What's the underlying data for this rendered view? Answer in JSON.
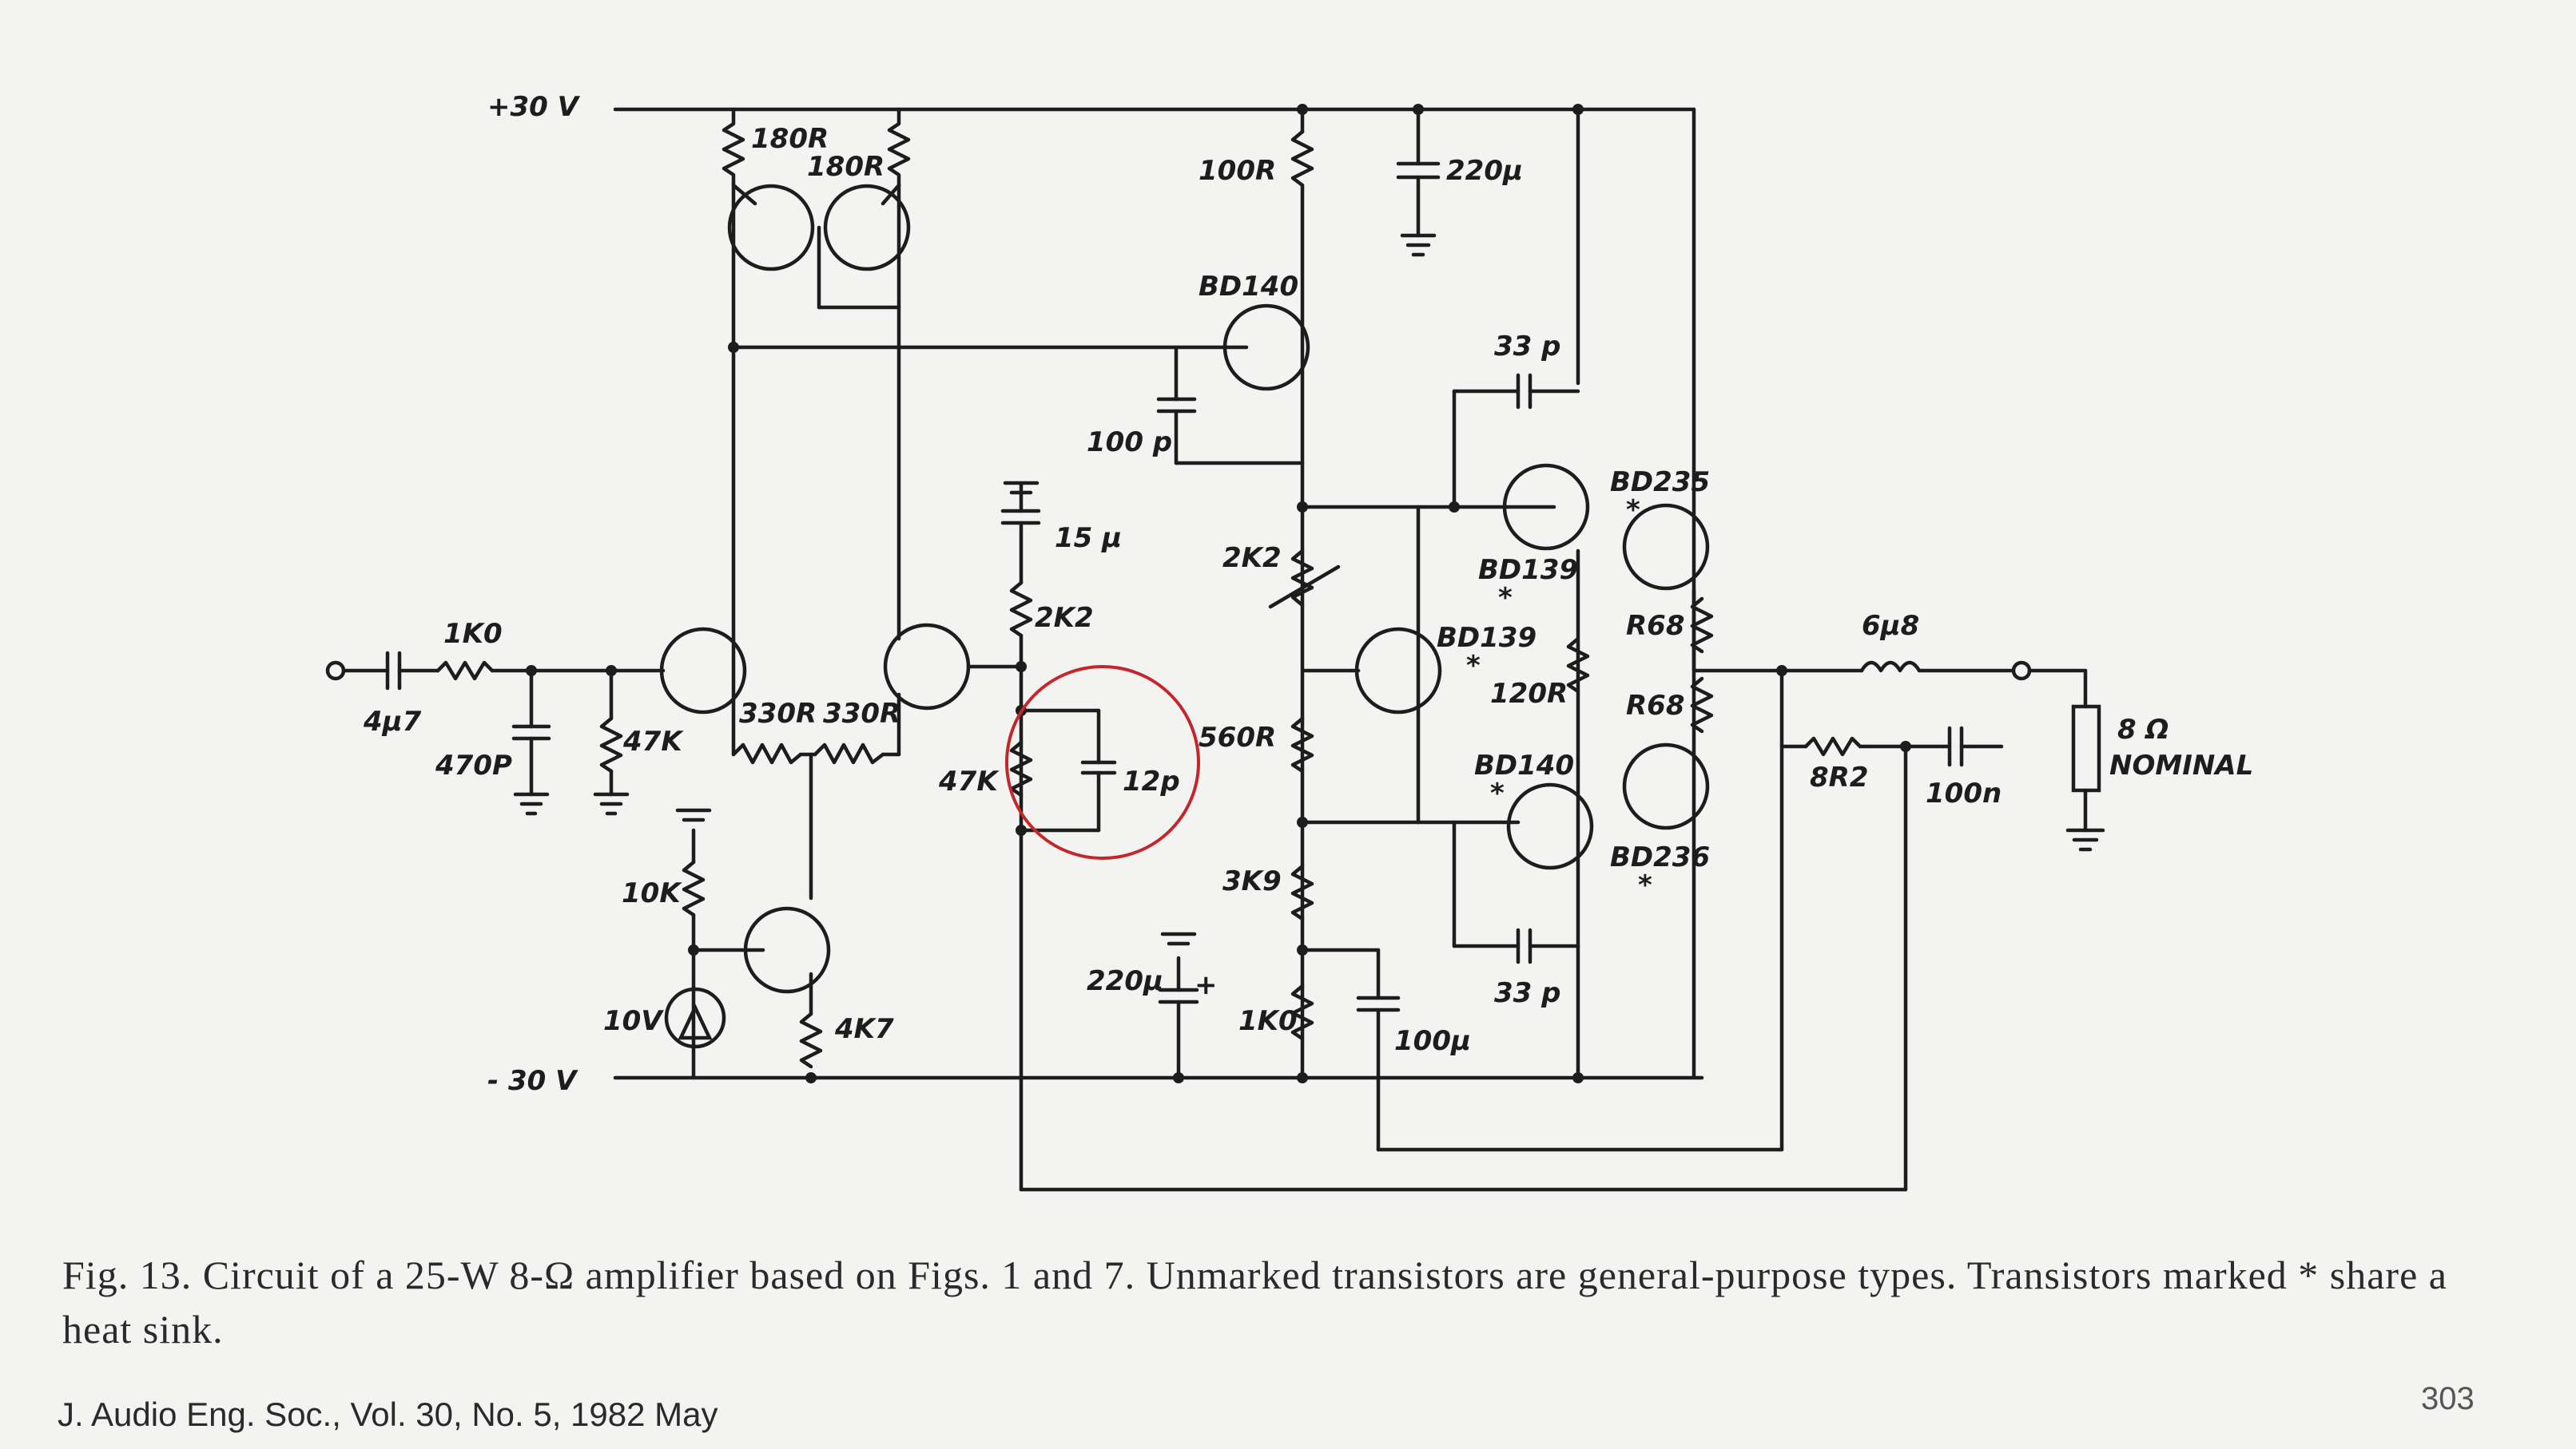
{
  "figure": {
    "labels": {
      "vpos": "+30 V",
      "vneg": "- 30 V",
      "r180a": "180R",
      "r180b": "180R",
      "r100": "100R",
      "c220top": "220μ",
      "bd140top": "BD140",
      "c33top": "33 p",
      "c100p": "100 p",
      "bd235": "BD235",
      "star1": "*",
      "c15": "15 μ",
      "r2k2a": "2K2",
      "r2k2b": "2K2",
      "bd139a": "BD139",
      "star2": "*",
      "r1k0": "1K0",
      "bd139b": "BD139",
      "star3": "*",
      "r68a": "R68",
      "l6u8": "6μ8",
      "c4u7": "4μ7",
      "r330a": "330R",
      "r330b": "330R",
      "r120": "120R",
      "r68b": "R68",
      "c470p": "470P",
      "r47ka": "47K",
      "r560": "560R",
      "c12p": "12p",
      "r47kb": "47K",
      "bd140b": "BD140",
      "star4": "*",
      "r8r2": "8R2",
      "c100n": "100n",
      "load": "8 Ω",
      "nominal": "NOMINAL",
      "bd236": "BD236",
      "star5": "*",
      "r10k": "10K",
      "r3k9": "3K9",
      "c33bot": "33 p",
      "c220mid": "220μ",
      "plus": "+",
      "r1k0b": "1K0",
      "c100u": "100μ",
      "z10v": "10V",
      "r4k7": "4K7"
    }
  },
  "caption": "Fig. 13. Circuit of a 25-W 8-Ω amplifier based on Figs. 1 and 7. Unmarked transistors are general-purpose types. Transistors marked * share a heat sink.",
  "footer": "J. Audio Eng. Soc., Vol. 30, No. 5, 1982 May",
  "page_number": "303",
  "colors": {
    "ink": "#1d1d1d",
    "paper": "#f3f3f1",
    "highlight": "#c4262b"
  }
}
